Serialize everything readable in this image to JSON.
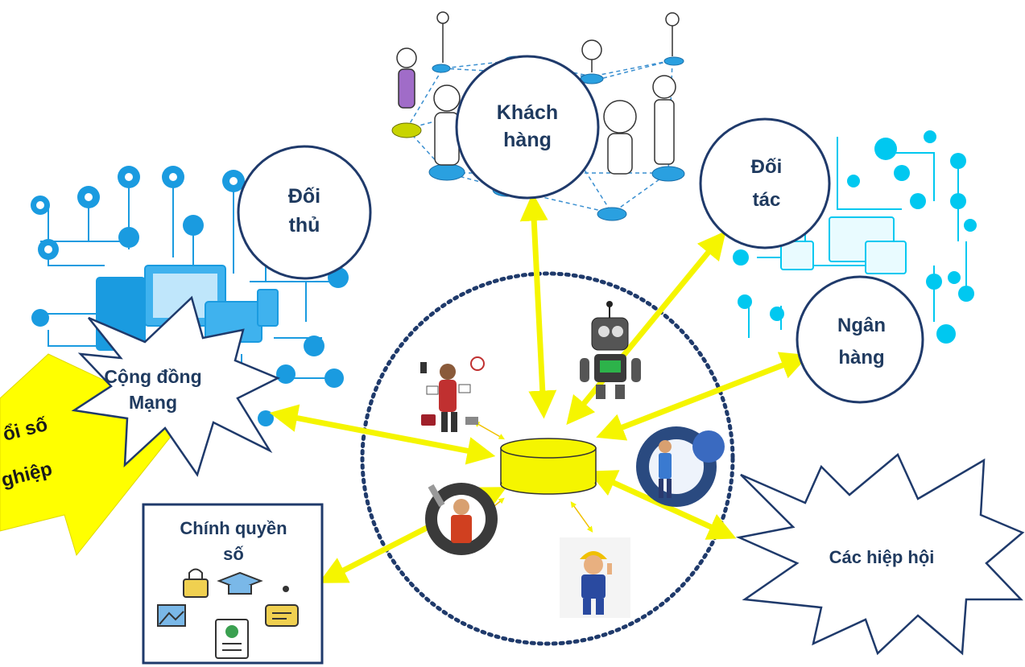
{
  "nodes": {
    "khach_hang": {
      "line1": "Khách",
      "line2": "hàng"
    },
    "doi_thu": {
      "line1": "Đối",
      "line2": "thủ"
    },
    "doi_tac": {
      "line1": "Đối",
      "line2": "tác"
    },
    "ngan_hang": {
      "line1": "Ngân",
      "line2": "hàng"
    },
    "cong_dong_mang": {
      "line1": "Cộng đồng",
      "line2": "Mạng"
    },
    "cac_hiep_hoi": {
      "label": "Các hiệp hội"
    },
    "chinh_quyen_so": {
      "line1": "Chính quyền",
      "line2": "số"
    }
  },
  "banner": {
    "line1": "ổi số",
    "line2": "ghiệp"
  },
  "colors": {
    "arrow": "#f5f500",
    "circle_stroke": "#1f3a6b",
    "label": "#1f3a5f",
    "banner_fill": "#ffff00",
    "network_blue": "#1a9be0",
    "network_cyan": "#00c8f0",
    "core_ring": "#1f3a6b"
  },
  "icons": [
    "database-icon",
    "robot-icon",
    "multitasking-worker-icon",
    "mechanic-gear-icon",
    "gear-man-icon",
    "construction-worker-icon",
    "lock-icon",
    "graduation-cap-icon",
    "image-icon",
    "chat-icon",
    "document-check-icon"
  ]
}
